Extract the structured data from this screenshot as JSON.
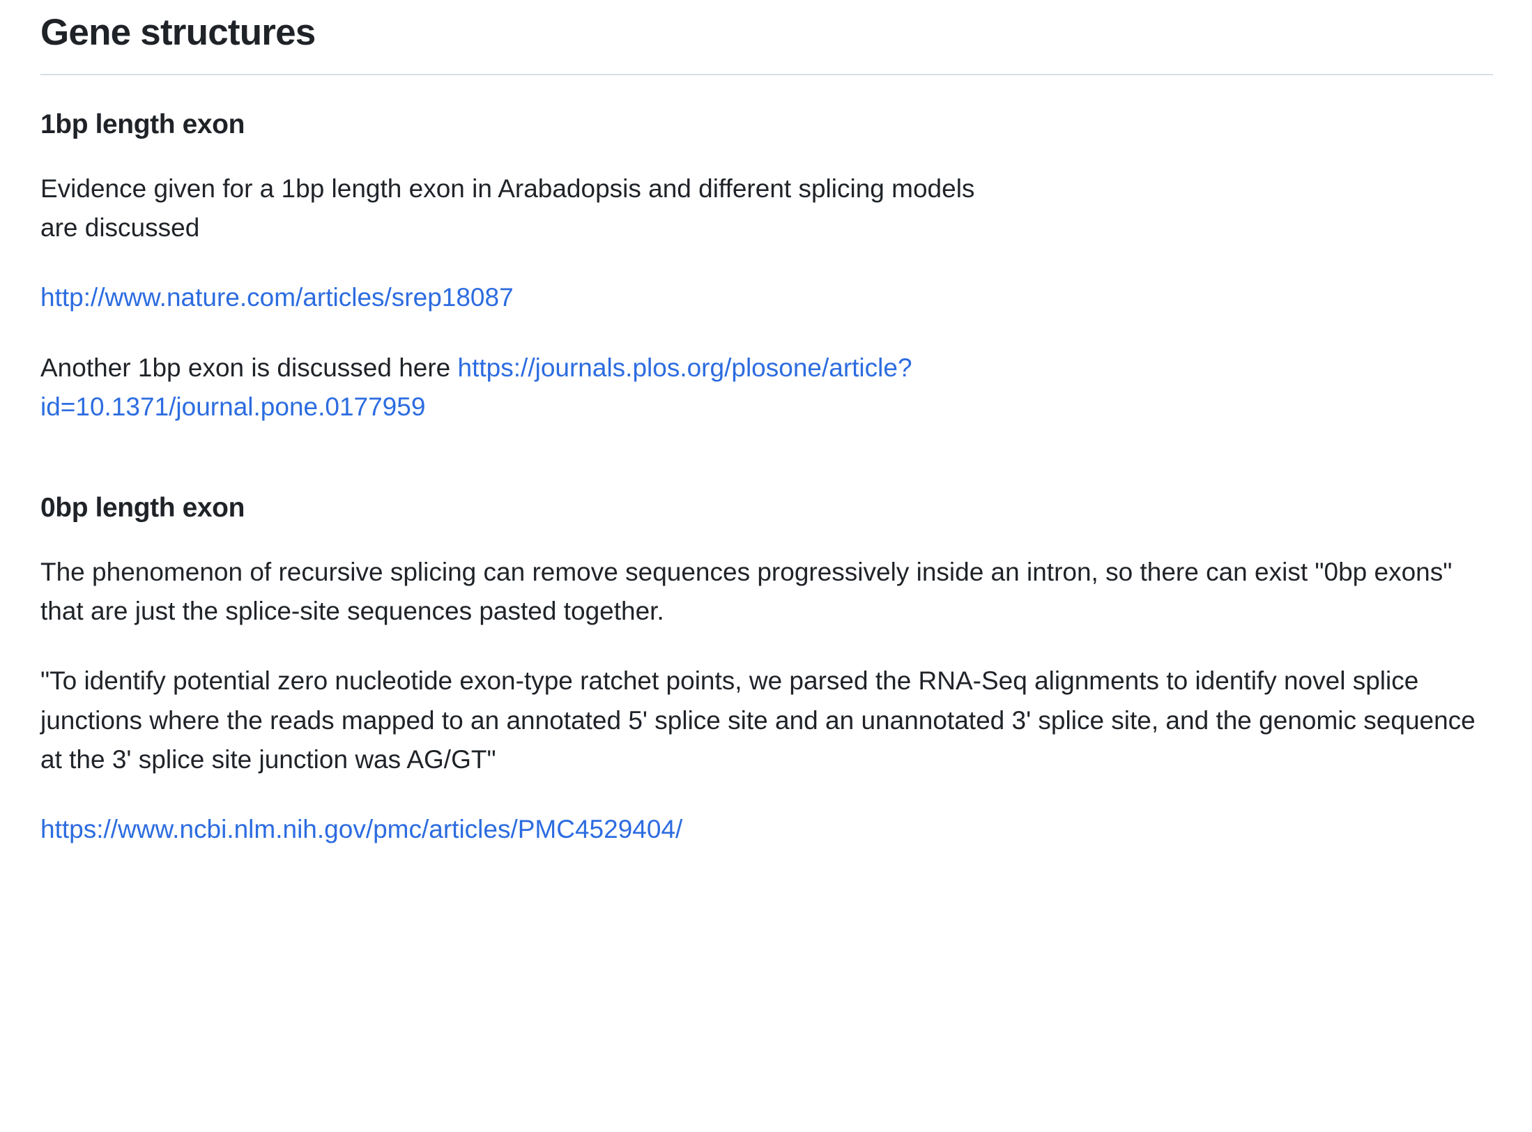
{
  "document": {
    "title": "Gene structures",
    "sections": [
      {
        "heading": "1bp length exon",
        "paragraph_1": "Evidence given for a 1bp length exon in Arabadopsis and different splicing models are discussed",
        "link_1": "http://www.nature.com/articles/srep18087",
        "paragraph_2_prefix": "Another 1bp exon is discussed here ",
        "link_2": "https://journals.plos.org/plosone/article?id=10.1371/journal.pone.0177959"
      },
      {
        "heading": "0bp length exon",
        "paragraph_1": "The phenomenon of recursive splicing can remove sequences progressively inside an intron, so there can exist \"0bp exons\" that are just the splice-site sequences pasted together.",
        "paragraph_2": "\"To identify potential zero nucleotide exon-type ratchet points, we parsed the RNA-Seq alignments to identify novel splice junctions where the reads mapped to an annotated 5' splice site and an unannotated 3' splice site, and the genomic sequence at the 3' splice site junction was AG/GT\"",
        "link_1": "https://www.ncbi.nlm.nih.gov/pmc/articles/PMC4529404/"
      }
    ]
  },
  "colors": {
    "text": "#1f2328",
    "link": "#2c6ce0",
    "rule": "#d8dee4",
    "background": "#ffffff"
  }
}
